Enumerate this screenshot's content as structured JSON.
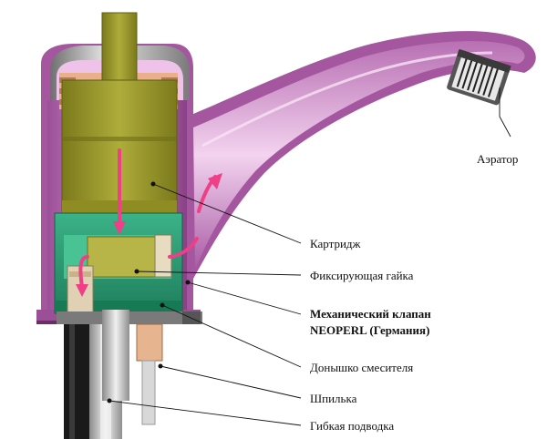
{
  "labels": {
    "aerator": "Аэратор",
    "cartridge": "Картридж",
    "fixing_nut": "Фиксирующая гайка",
    "valve_line1": "Механический клапан",
    "valve_line2": "NEOPERL (Германия)",
    "mixer_bottom": "Донышко смесителя",
    "stud": "Шпилька",
    "flex_hose": "Гибкая подводка"
  },
  "colors": {
    "body": "#c98ac4",
    "body_dark": "#8a3f86",
    "body_light": "#efc8ea",
    "cartridge": "#9c9a2c",
    "cartridge_dark": "#6f6d15",
    "green": "#2fa07a",
    "green_light": "#5fcf9f",
    "steel": "#c9c9c9",
    "copper": "#d8a07a",
    "arrow": "#ee3f87",
    "hose_black": "#1a1a1a"
  }
}
